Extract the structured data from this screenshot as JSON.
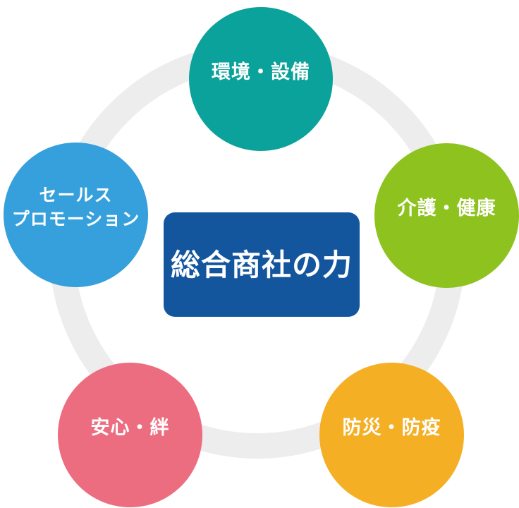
{
  "diagram": {
    "background_color": "#FFFFFF",
    "ring": {
      "color": "#EDEDED"
    },
    "center_box": {
      "label": "総合商社の力",
      "bg_color": "#13569E",
      "text_color": "#FFFFFF"
    },
    "nodes": [
      {
        "id": "environment-facilities",
        "label": "環境・設備",
        "color": "#0AA29A",
        "position": "top"
      },
      {
        "id": "care-health",
        "label": "介護・健康",
        "color": "#8DC21F",
        "position": "right"
      },
      {
        "id": "disaster-epidemic-prevention",
        "label": "防災・防疫",
        "color": "#F4AF24",
        "position": "bottom-right"
      },
      {
        "id": "safety-bonds",
        "label": "安心・絆",
        "color": "#EC6D80",
        "position": "bottom-left"
      },
      {
        "id": "sales-promotion",
        "label": "セールス プロモーション",
        "label_lines": [
          "セールス",
          "プロモーション"
        ],
        "color": "#36A0DC",
        "position": "left"
      }
    ]
  }
}
